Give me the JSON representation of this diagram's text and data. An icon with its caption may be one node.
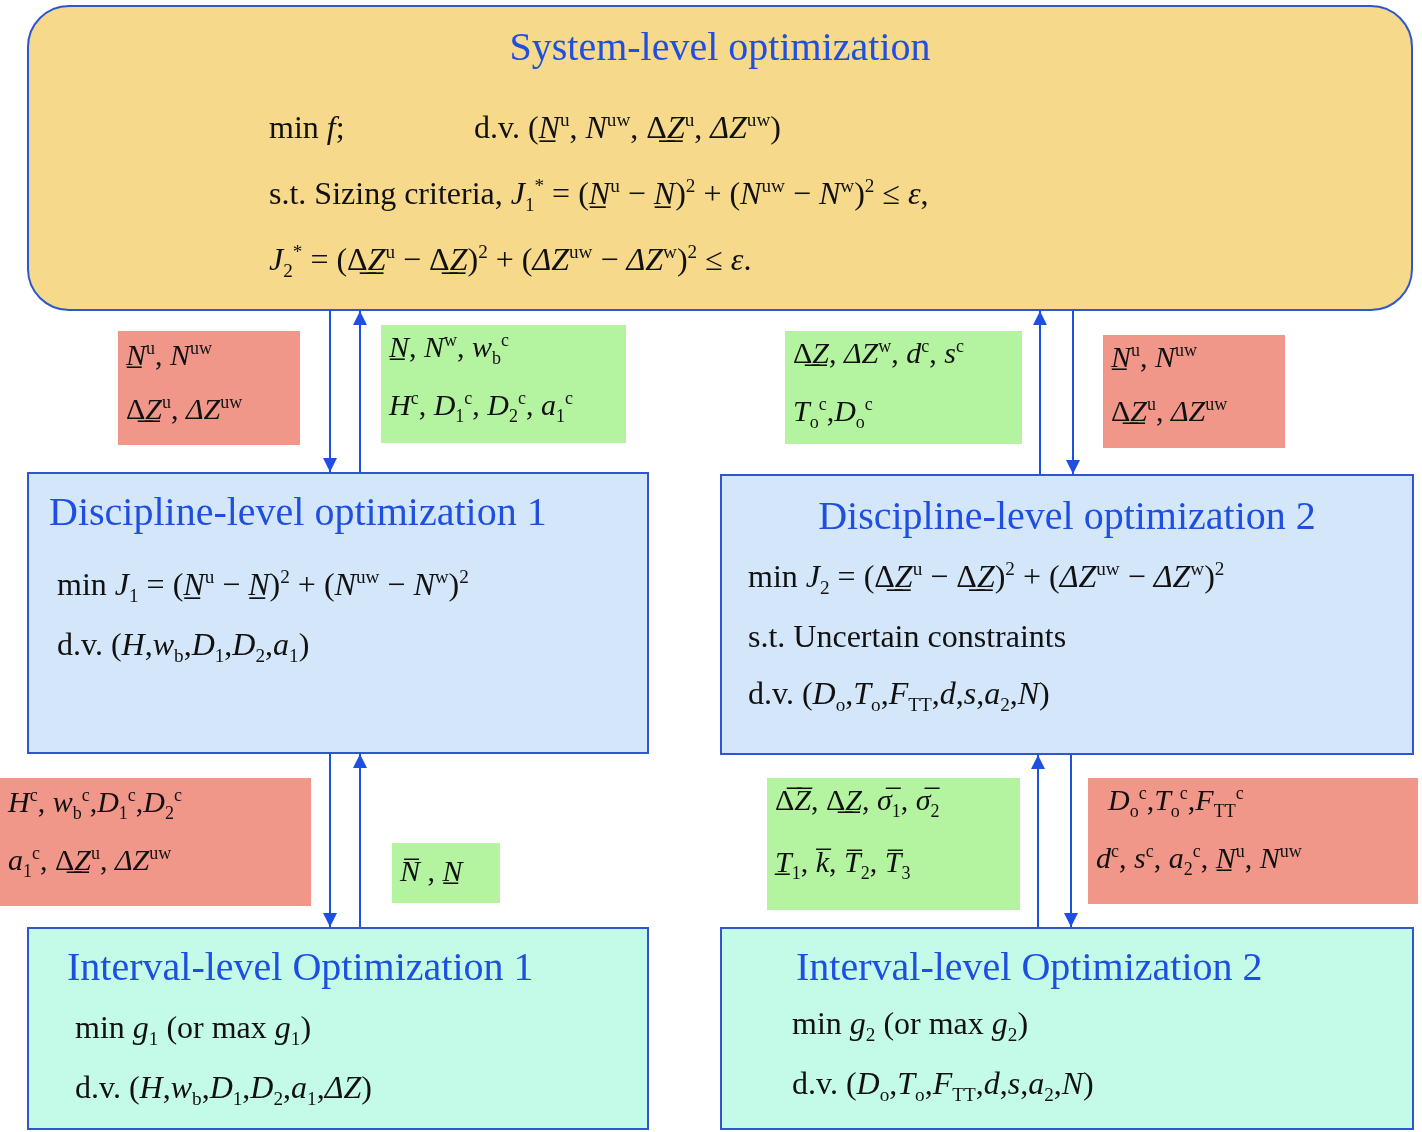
{
  "diagram": {
    "nodes": [
      {
        "text": [
          "System-level optimization",
          "min *f*;",
          "d.v. (*N̲*$^{u}$, *N*$^{uw}$, Δ̲*Z̲*$^{u}$, *ΔZ*$^{uw}$)",
          "s.t. Sizing criteria, *J*$_{1}$$^{*}$ = (*N̲*$^{u}$ − *N̲*)$^{2}$ + (*N*$^{uw}$ − *N*$^{w}$)$^{2}$ ≤ *ε*,",
          "*J*$_{2}$$^{*}$ = (Δ̲*Z̲*$^{u}$ − Δ̲*Z̲*)$^{2}$ + (*ΔZ*$^{uw}$ − *ΔZ*$^{w}$)$^{2}$ ≤ *ε*."
        ]
      },
      {
        "text": [
          "*N̲*$^{u}$, *N*$^{uw}$",
          "Δ̲*Z̲*$^{u}$, *ΔZ*$^{uw}$"
        ]
      },
      {
        "text": [
          "*N̲*, *N*$^{w}$, *w*$_{b}$$^{c}$",
          "*H*$^{c}$, *D*$_{1}$$^{c}$, *D*$_{2}$$^{c}$, *a*$_{1}$$^{c}$"
        ]
      },
      {
        "text": [
          "Δ̲*Z̲*, *ΔZ*$^{w}$, *d*$^{c}$, *s*$^{c}$",
          "*T*$_{o}$$^{c}$,*D*$_{o}$$^{c}$"
        ]
      },
      {
        "text": [
          "*N̲*$^{u}$, *N*$^{uw}$",
          "Δ̲*Z̲*$^{u}$, *ΔZ*$^{uw}$"
        ]
      },
      {
        "text": [
          "Discipline-level optimization 1",
          "min *J*$_{1}$ = (*N̲*$^{u}$ − *N̲*)$^{2}$ + (*N*$^{uw}$ − *N*$^{w}$)$^{2}$",
          "d.v. (*H*,*w*$_{b}$,*D*$_{1}$,*D*$_{2}$,*a*$_{1}$)"
        ]
      },
      {
        "text": [
          "Discipline-level optimization 2",
          "min *J*$_{2}$ = (Δ̲*Z̲*$^{u}$ − Δ̲*Z̲*)$^{2}$ + (*ΔZ*$^{uw}$ − *ΔZ*$^{w}$)$^{2}$",
          "s.t. Uncertain constraints",
          "d.v. (*D*$_{o}$,*T*$_{o}$,*F*$_{TT}$,*d*,*s*,*a*$_{2}$,*N*)"
        ]
      },
      {
        "text": [
          "*H*$^{c}$, *w*$_{b}$$^{c}$,*D*$_{1}$$^{c}$,*D*$_{2}$$^{c}$",
          "*a*$_{1}$$^{c}$, Δ̲*Z̲*$^{u}$, *ΔZ*$^{uw}$"
        ]
      },
      {
        "text": [
          "*N̅* , *N̲*"
        ]
      },
      {
        "text": [
          "Δ̅*Z̅*, Δ̲*Z̲*, *σ̅*$_{1}$, *σ̅*$_{2}$",
          "*T̲*$_{1}$, *k̅*, *T̅*$_{2}$, *T̅*$_{3}$"
        ]
      },
      {
        "text": [
          "*D*$_{o}$$^{c}$,*T*$_{o}$$^{c}$,*F*$_{TT}$$^{c}$",
          "*d*$^{c}$, *s*$^{c}$, *a*$_{2}$$^{c}$, *N̲*$^{u}$, *N*$^{uw}$"
        ]
      },
      {
        "text": [
          "Interval-level Optimization 1",
          "min *g*$_{1}$ (or max *g*$_{1}$)",
          "d.v. (*H*,*w*$_{b}$,*D*$_{1}$,*D*$_{2}$,*a*$_{1}$,*ΔZ*)"
        ]
      },
      {
        "text": [
          "Interval-level Optimization 2",
          "min *g*$_{2}$ (or max *g*$_{2}$)",
          "d.v. (*D*$_{o}$,*T*$_{o}$,*F*$_{TT}$,*d*,*s*,*a*$_{2}$,*N*)"
        ]
      }
    ],
    "edges": [
      {
        "from": 0,
        "to": 5,
        "arrow": "to"
      },
      {
        "from": 5,
        "to": 0,
        "arrow": "to"
      },
      {
        "from": 6,
        "to": 0,
        "arrow": "to"
      },
      {
        "from": 0,
        "to": 6,
        "arrow": "to"
      },
      {
        "from": 5,
        "to": 11,
        "arrow": "to"
      },
      {
        "from": 11,
        "to": 5,
        "arrow": "to"
      },
      {
        "from": 12,
        "to": 6,
        "arrow": "to"
      },
      {
        "from": 6,
        "to": 12,
        "arrow": "to"
      }
    ]
  }
}
